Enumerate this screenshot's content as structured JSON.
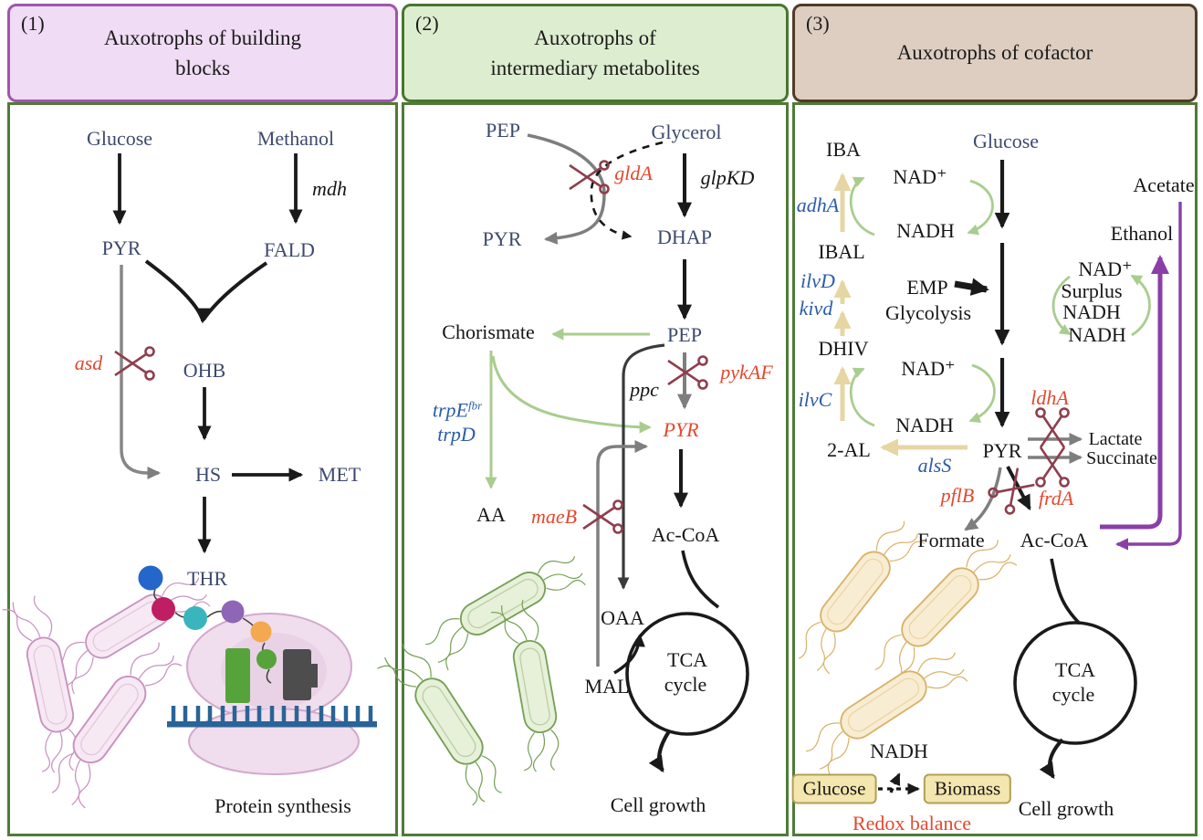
{
  "colors": {
    "panel_border_green": "#4f7b37",
    "header1_fill": "#f0dcf4",
    "header1_border": "#a055ae",
    "header2_fill": "#ddeed0",
    "header2_border": "#49762f",
    "header3_fill": "#ddcec1",
    "header3_border": "#503c26",
    "gene_knockout_red": "#e2492e",
    "gene_expressed_blue": "#2c5ca9",
    "scissors_dark_red": "#8f3e4e",
    "green_arrow": "#a9cd8f",
    "tan_arrow": "#e6d6a3",
    "purple_arrow": "#8a3fa6",
    "gray_arrow": "#7e7e7e"
  },
  "p1": {
    "number": "(1)",
    "title1": "Auxotrophs of building",
    "title2": "blocks",
    "labels": {
      "glucose": "Glucose",
      "methanol": "Methanol",
      "mdh": "mdh",
      "pyr": "PYR",
      "fald": "FALD",
      "asd": "asd",
      "ohb": "OHB",
      "hs": "HS",
      "met": "MET",
      "thr": "THR",
      "caption": "Protein synthesis"
    }
  },
  "p2": {
    "number": "(2)",
    "title1": "Auxotrophs of",
    "title2": "intermediary metabolites",
    "labels": {
      "pep_top": "PEP",
      "glycerol": "Glycerol",
      "glda": "gldA",
      "glpkd": "glpKD",
      "pyr_top": "PYR",
      "dhap": "DHAP",
      "chorismate": "Chorismate",
      "pep": "PEP",
      "ppc": "ppc",
      "pykaf": "pykAF",
      "trpe": "trpE",
      "trpe_sup": "fbr",
      "trpd": "trpD",
      "pyr": "PYR",
      "aa": "AA",
      "maeb": "maeB",
      "accoa": "Ac-CoA",
      "oaa": "OAA",
      "mal": "MAL",
      "tca1": "TCA",
      "tca2": "cycle",
      "cellgrowth": "Cell growth"
    }
  },
  "p3": {
    "number": "(3)",
    "title1": "Auxotrophs of cofactor",
    "labels": {
      "iba": "IBA",
      "adha": "adhA",
      "nad1": "NAD⁺",
      "nadh1": "NADH",
      "glucose": "Glucose",
      "acetate": "Acetate",
      "ethanol": "Ethanol",
      "ibal": "IBAL",
      "ilvd": "ilvD",
      "kivd": "kivd",
      "emp": "EMP",
      "glycolysis": "Glycolysis",
      "nad_s": "NAD⁺",
      "surplus": "Surplus",
      "nadh_s1": "NADH",
      "nadh_s2": "NADH",
      "dhiv": "DHIV",
      "nad2": "NAD⁺",
      "nadh2": "NADH",
      "ilvc": "ilvC",
      "al2": "2-AL",
      "alss": "alsS",
      "ldha": "ldhA",
      "pyr": "PYR",
      "lactate": "Lactate",
      "succinate": "Succinate",
      "pflb": "pflB",
      "frda": "frdA",
      "formate": "Formate",
      "accoa": "Ac-CoA",
      "tca1": "TCA",
      "tca2": "cycle",
      "nadh3": "NADH",
      "glucose_box": "Glucose",
      "biomass_box": "Biomass",
      "redox": "Redox balance",
      "cellgrowth": "Cell growth"
    }
  }
}
